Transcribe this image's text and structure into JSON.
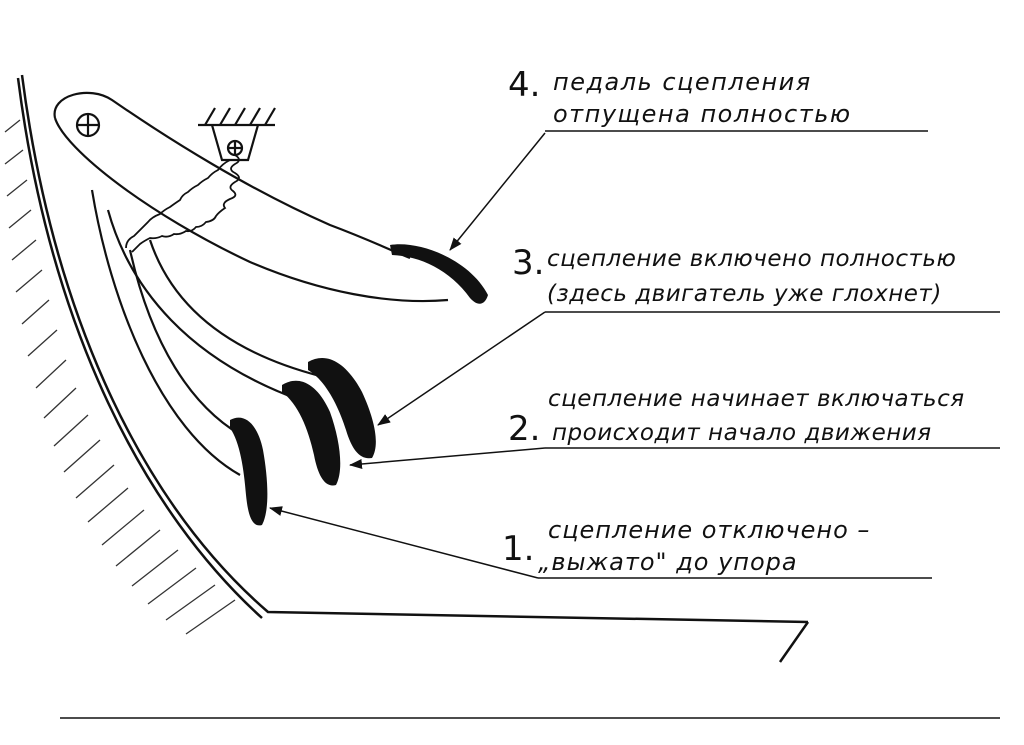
{
  "labels": {
    "l4": {
      "number": "4.",
      "line1": "педаль сцепления",
      "line2": "отпущена полностью"
    },
    "l3": {
      "number": "3.",
      "line1": "сцепление включено полностью",
      "line2": "(здесь двигатель уже глохнет)"
    },
    "l2": {
      "number": "2.",
      "line1": "сцепление начинает включаться",
      "line2": "происходит начало движения"
    },
    "l1": {
      "number": "1.",
      "line1": "сцепление отключено –",
      "line2": "„выжато\" до упора"
    }
  }
}
